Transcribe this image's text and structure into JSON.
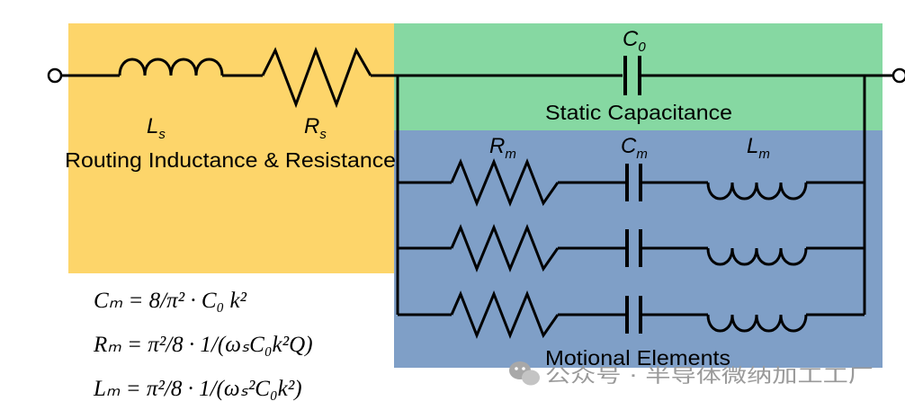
{
  "colors": {
    "routing_bg": "#fdd56a",
    "static_bg": "#86d8a2",
    "motional_bg": "#7f9fc7",
    "wire": "#000000",
    "watermark": "#9a9a9a"
  },
  "series_path": {
    "inductor": {
      "symbol": "L",
      "sub": "s"
    },
    "resistor": {
      "symbol": "R",
      "sub": "s"
    },
    "caption": "Routing Inductance & Resistance"
  },
  "static_branch": {
    "capacitor": {
      "symbol": "C",
      "sub": "0"
    },
    "caption": "Static Capacitance"
  },
  "motional_branch": {
    "resistor": {
      "symbol": "R",
      "sub": "m"
    },
    "capacitor": {
      "symbol": "C",
      "sub": "m"
    },
    "inductor": {
      "symbol": "L",
      "sub": "m"
    },
    "caption": "Motional Elements"
  },
  "equations": {
    "cm": "Cₘ = 8/π² · C₀ k²",
    "rm": "Rₘ = π²/8 · 1/(ωₛC₀k²Q)",
    "lm": "Lₘ = π²/8 · 1/(ωₛ²C₀k²)"
  },
  "watermark": {
    "icon": "wechat-icon",
    "text": "公众号 · 半导体微纳加工工厂"
  }
}
